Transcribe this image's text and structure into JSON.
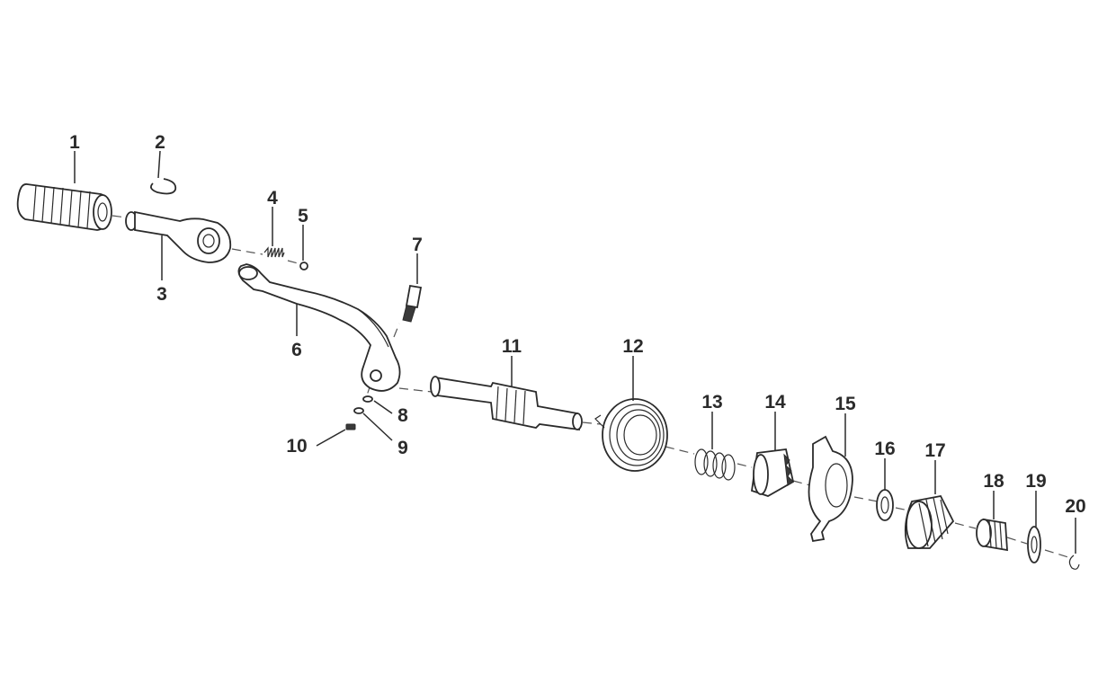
{
  "labels": [
    {
      "id": "1",
      "text": "1"
    },
    {
      "id": "2",
      "text": "2"
    },
    {
      "id": "3",
      "text": "3"
    },
    {
      "id": "4",
      "text": "4"
    },
    {
      "id": "5",
      "text": "5"
    },
    {
      "id": "6",
      "text": "6"
    },
    {
      "id": "7",
      "text": "7"
    },
    {
      "id": "8",
      "text": "8"
    },
    {
      "id": "9",
      "text": "9"
    },
    {
      "id": "10",
      "text": "10"
    },
    {
      "id": "11",
      "text": "11"
    },
    {
      "id": "12",
      "text": "12"
    },
    {
      "id": "13",
      "text": "13"
    },
    {
      "id": "14",
      "text": "14"
    },
    {
      "id": "15",
      "text": "15"
    },
    {
      "id": "16",
      "text": "16"
    },
    {
      "id": "17",
      "text": "17"
    },
    {
      "id": "18",
      "text": "18"
    },
    {
      "id": "19",
      "text": "19"
    },
    {
      "id": "20",
      "text": "20"
    }
  ],
  "colors": {
    "ink": "#2b2b2b",
    "background": "#ffffff"
  }
}
